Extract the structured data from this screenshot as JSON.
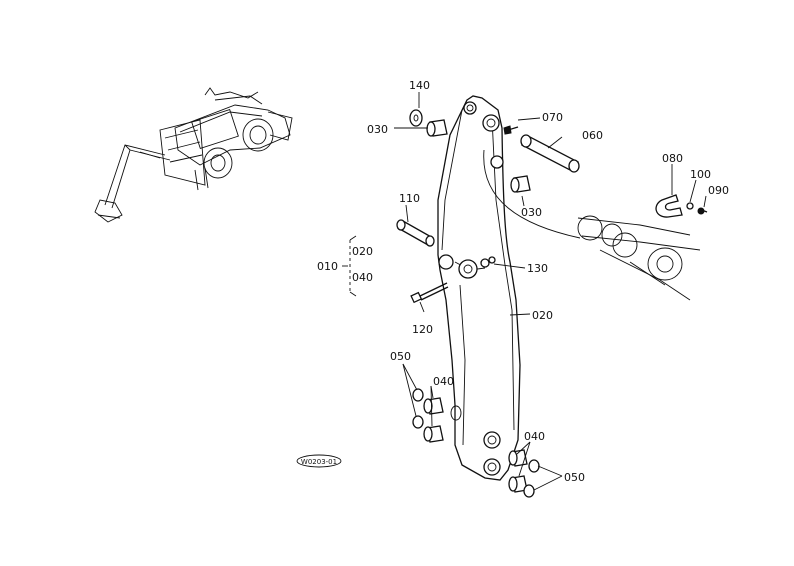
{
  "diagram": {
    "callouts": {
      "p010": "010",
      "p020_group": "020",
      "p040_group": "040",
      "p020": "020",
      "p030_top": "030",
      "p030_mid": "030",
      "p040_left": "040",
      "p040_right": "040",
      "p050_left": "050",
      "p050_right": "050",
      "p060": "060",
      "p070": "070",
      "p080": "080",
      "p090": "090",
      "p100": "100",
      "p110": "110",
      "p120": "120",
      "p130": "130",
      "p140": "140"
    },
    "drawing_code": "W0203-01"
  }
}
